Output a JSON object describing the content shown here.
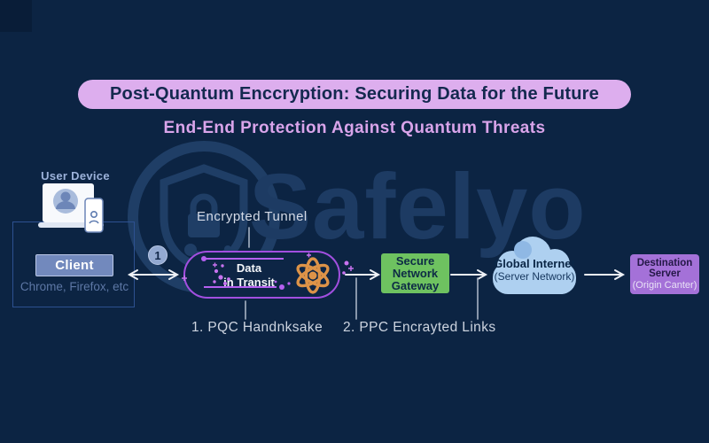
{
  "page": {
    "title": "Post-Quantum Enccryption: Securing Data for the Future",
    "subtitle": "End-End Protection Against Quantum Threats"
  },
  "watermark": {
    "brand": "Safelyo",
    "logo_icon": "shield-lock-icon"
  },
  "client_side": {
    "device_label": "User Device",
    "device_icon": "laptop-phone-icon",
    "client_button": "Client",
    "browsers_caption": "Chrome, Firefox, etc",
    "step_badge": "1"
  },
  "tunnel": {
    "label": "Encrypted Tunnel",
    "node": {
      "line1": "Data",
      "line2": "in Transit"
    },
    "particle_icon": "atom-icon"
  },
  "steps": {
    "step1": "1. PQC Handnksake",
    "step2": "2. PPC Encrayted Links"
  },
  "gateway": {
    "line1": "Secure",
    "line2": "Network",
    "line3": "Gateway"
  },
  "internet": {
    "name": "Global Internet",
    "caption": "(Server Network)",
    "icon": "cloud-icon"
  },
  "destination": {
    "line1": "Destination",
    "line2": "Server",
    "caption": "(Origin Canter)"
  },
  "colors": {
    "background": "#0c2443",
    "title_pill": "#ddaeee",
    "title_text": "#14294f",
    "subtitle_text": "#d9a4ea",
    "tunnel_border": "#a24fe0",
    "tunnel_particles": "#b560f0",
    "atom_orange": "#dd9348",
    "gateway_green": "#6ec260",
    "cloud_blue": "#aed0f0",
    "destination_purple": "#a471d8",
    "client_button_blue": "#7289bd",
    "bracket_blue": "#2d5190",
    "arrow_white": "#eef1f6",
    "watermark_navy": "#1d3b63"
  }
}
